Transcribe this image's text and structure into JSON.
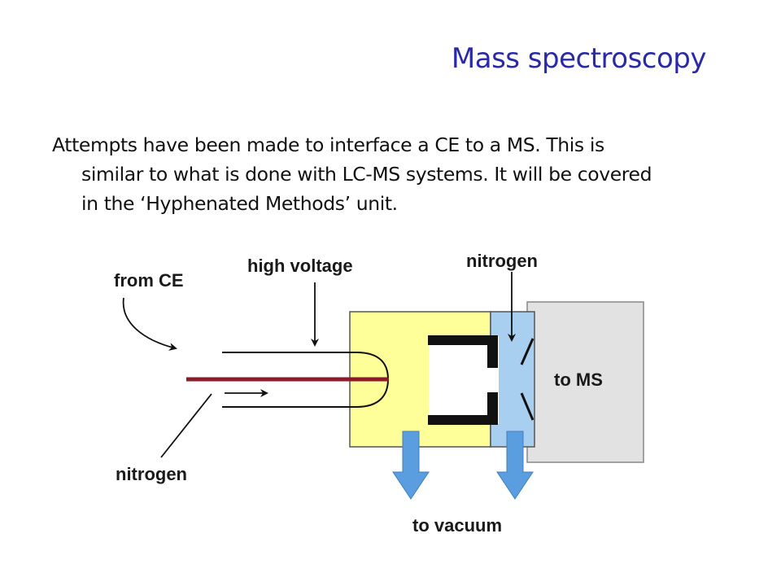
{
  "slide": {
    "title": "Mass spectroscopy",
    "body_lines": [
      "Attempts have been made to interface a CE to a MS.  This is",
      "similar to what is done with LC-MS systems.  It will be covered",
      "in the ‘Hyphenated Methods’ unit."
    ]
  },
  "diagram": {
    "labels": {
      "from_ce": "from CE",
      "high_voltage": "high voltage",
      "nitrogen_top": "nitrogen",
      "to_ms": "to MS",
      "nitrogen_bottom": "nitrogen",
      "to_vacuum": "to vacuum"
    },
    "colors": {
      "source_block": "#ffff99",
      "nitrogen_block": "#a8cff0",
      "ms_block": "#e2e2e2",
      "capillary": "#8b1a2a",
      "vacuum_arrow": "#5b9ee0",
      "title": "#2a2aa8"
    }
  }
}
